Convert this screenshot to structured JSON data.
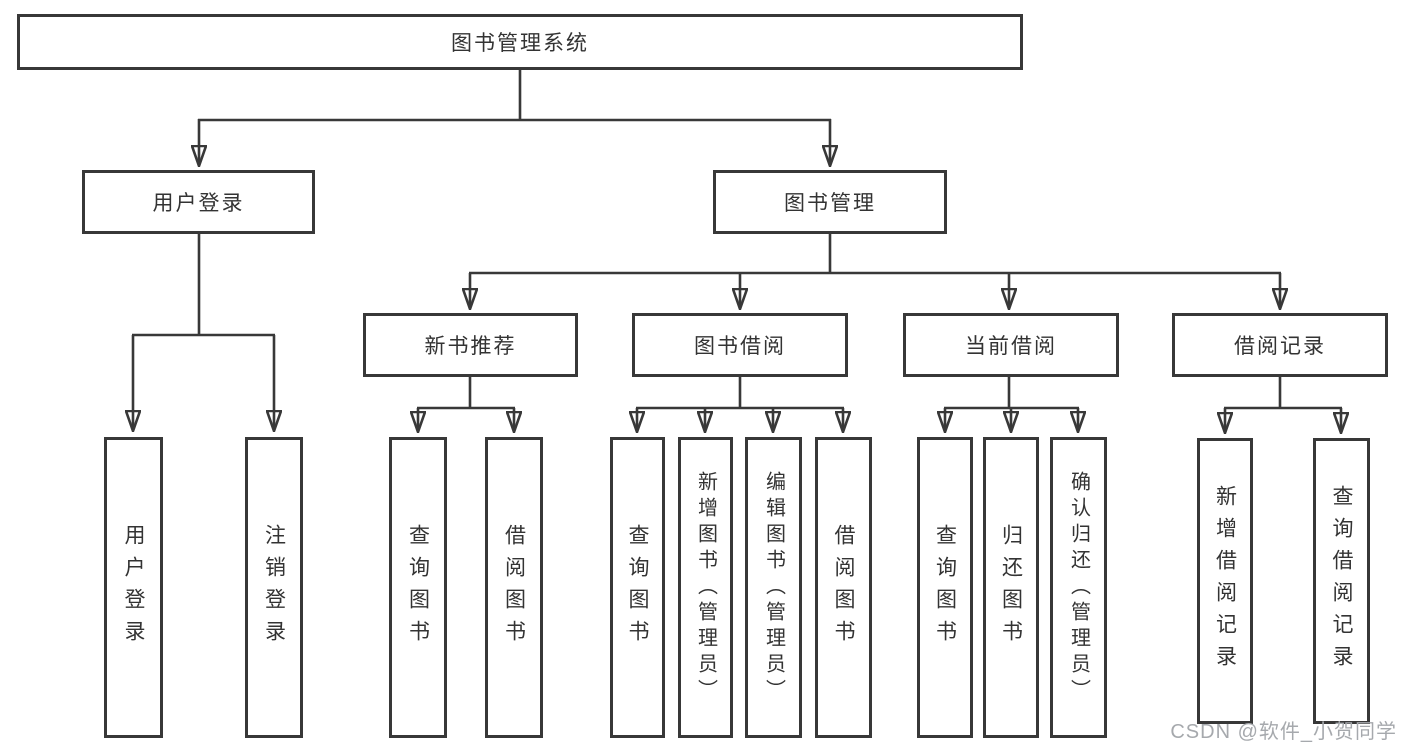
{
  "diagram": {
    "type": "tree",
    "root": {
      "label": "图书管理系统",
      "children": [
        {
          "label": "用户登录",
          "children": [
            {
              "label": "用户登录"
            },
            {
              "label": "注销登录"
            }
          ]
        },
        {
          "label": "图书管理",
          "children": [
            {
              "label": "新书推荐",
              "children": [
                {
                  "label": "查询图书"
                },
                {
                  "label": "借阅图书"
                }
              ]
            },
            {
              "label": "图书借阅",
              "children": [
                {
                  "label": "查询图书"
                },
                {
                  "label": "新增图书（管理员）"
                },
                {
                  "label": "编辑图书（管理员）"
                },
                {
                  "label": "借阅图书"
                }
              ]
            },
            {
              "label": "当前借阅",
              "children": [
                {
                  "label": "查询图书"
                },
                {
                  "label": "归还图书"
                },
                {
                  "label": "确认归还（管理员）"
                }
              ]
            },
            {
              "label": "借阅记录",
              "children": [
                {
                  "label": "新增借阅记录"
                },
                {
                  "label": "查询借阅记录"
                }
              ]
            }
          ]
        }
      ]
    }
  },
  "watermark": {
    "text": "CSDN @软件_小贺同学"
  },
  "colors": {
    "line": "#383838",
    "text": "#333333",
    "watermark": "#a6a9ad",
    "background": "#ffffff"
  }
}
